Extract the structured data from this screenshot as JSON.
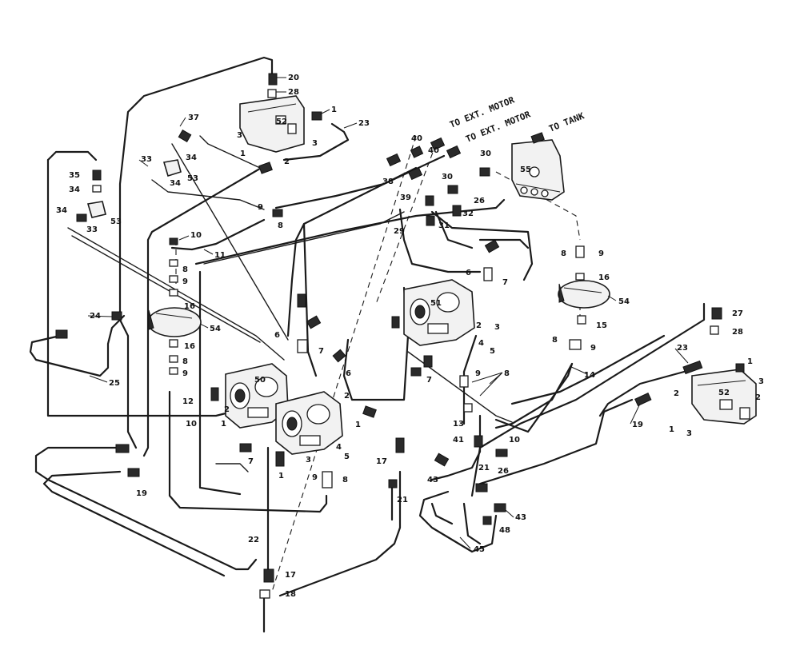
{
  "annotations": {
    "to_ext_motor_1": "TO EXT. MOTOR",
    "to_ext_motor_2": "TO EXT. MOTOR",
    "to_tank": "TO TANK"
  },
  "callouts": [
    {
      "id": "c20",
      "label": "20"
    },
    {
      "id": "c28a",
      "label": "28"
    },
    {
      "id": "c1a",
      "label": "1"
    },
    {
      "id": "c23a",
      "label": "23"
    },
    {
      "id": "c52a",
      "label": "52"
    },
    {
      "id": "c3a",
      "label": "3"
    },
    {
      "id": "c3b",
      "label": "3"
    },
    {
      "id": "c1b",
      "label": "1"
    },
    {
      "id": "c2a",
      "label": "2"
    },
    {
      "id": "c37",
      "label": "37"
    },
    {
      "id": "c34a",
      "label": "34"
    },
    {
      "id": "c53a",
      "label": "53"
    },
    {
      "id": "c33a",
      "label": "33"
    },
    {
      "id": "c34b",
      "label": "34"
    },
    {
      "id": "c35",
      "label": "35"
    },
    {
      "id": "c34c",
      "label": "34"
    },
    {
      "id": "c34d",
      "label": "34"
    },
    {
      "id": "c53b",
      "label": "53"
    },
    {
      "id": "c33b",
      "label": "33"
    },
    {
      "id": "c40a",
      "label": "40"
    },
    {
      "id": "c40b",
      "label": "40"
    },
    {
      "id": "c38",
      "label": "38"
    },
    {
      "id": "c39",
      "label": "39"
    },
    {
      "id": "c30a",
      "label": "30"
    },
    {
      "id": "c30b",
      "label": "30"
    },
    {
      "id": "c26a",
      "label": "26"
    },
    {
      "id": "c55",
      "label": "55"
    },
    {
      "id": "c32",
      "label": "32"
    },
    {
      "id": "c29",
      "label": "29"
    },
    {
      "id": "c31",
      "label": "31"
    },
    {
      "id": "c9a",
      "label": "9"
    },
    {
      "id": "c8a",
      "label": "8"
    },
    {
      "id": "c10a",
      "label": "10"
    },
    {
      "id": "c11",
      "label": "11"
    },
    {
      "id": "c8b",
      "label": "8"
    },
    {
      "id": "c9b",
      "label": "9"
    },
    {
      "id": "c16a",
      "label": "16"
    },
    {
      "id": "c54a",
      "label": "54"
    },
    {
      "id": "c16b",
      "label": "16"
    },
    {
      "id": "c24",
      "label": "24"
    },
    {
      "id": "c25",
      "label": "25"
    },
    {
      "id": "c8c",
      "label": "8"
    },
    {
      "id": "c9c",
      "label": "9"
    },
    {
      "id": "c6a",
      "label": "6"
    },
    {
      "id": "c7a",
      "label": "7"
    },
    {
      "id": "c50",
      "label": "50"
    },
    {
      "id": "c6b",
      "label": "6"
    },
    {
      "id": "c12",
      "label": "12"
    },
    {
      "id": "c10b",
      "label": "10"
    },
    {
      "id": "c2b",
      "label": "2"
    },
    {
      "id": "c1c",
      "label": "1"
    },
    {
      "id": "c7b",
      "label": "7"
    },
    {
      "id": "c1d",
      "label": "1"
    },
    {
      "id": "c3c",
      "label": "3"
    },
    {
      "id": "c4a",
      "label": "4"
    },
    {
      "id": "c5a",
      "label": "5"
    },
    {
      "id": "c9d",
      "label": "9"
    },
    {
      "id": "c8d",
      "label": "8"
    },
    {
      "id": "c1e",
      "label": "1"
    },
    {
      "id": "c2c",
      "label": "2"
    },
    {
      "id": "c17a",
      "label": "17"
    },
    {
      "id": "c19a",
      "label": "19"
    },
    {
      "id": "c22",
      "label": "22"
    },
    {
      "id": "c17b",
      "label": "17"
    },
    {
      "id": "c18",
      "label": "18"
    },
    {
      "id": "c21a",
      "label": "21"
    },
    {
      "id": "c51",
      "label": "51"
    },
    {
      "id": "c6c",
      "label": "6"
    },
    {
      "id": "c7c",
      "label": "7"
    },
    {
      "id": "c8e",
      "label": "8"
    },
    {
      "id": "c9e",
      "label": "9"
    },
    {
      "id": "c16c",
      "label": "16"
    },
    {
      "id": "c54b",
      "label": "54"
    },
    {
      "id": "c15",
      "label": "15"
    },
    {
      "id": "c8f",
      "label": "8"
    },
    {
      "id": "c9f",
      "label": "9"
    },
    {
      "id": "c14",
      "label": "14"
    },
    {
      "id": "c2d",
      "label": "2"
    },
    {
      "id": "c3d",
      "label": "3"
    },
    {
      "id": "c4b",
      "label": "4"
    },
    {
      "id": "c5b",
      "label": "5"
    },
    {
      "id": "c9g",
      "label": "9"
    },
    {
      "id": "c8g",
      "label": "8"
    },
    {
      "id": "c7d",
      "label": "7"
    },
    {
      "id": "c13",
      "label": "13"
    },
    {
      "id": "c10c",
      "label": "10"
    },
    {
      "id": "c41",
      "label": "41"
    },
    {
      "id": "c21b",
      "label": "21"
    },
    {
      "id": "c43a",
      "label": "43"
    },
    {
      "id": "c26b",
      "label": "26"
    },
    {
      "id": "c43b",
      "label": "43"
    },
    {
      "id": "c48",
      "label": "48"
    },
    {
      "id": "c45",
      "label": "45"
    },
    {
      "id": "c27",
      "label": "27"
    },
    {
      "id": "c28b",
      "label": "28"
    },
    {
      "id": "c23b",
      "label": "23"
    },
    {
      "id": "c1f",
      "label": "1"
    },
    {
      "id": "c3e",
      "label": "3"
    },
    {
      "id": "c52b",
      "label": "52"
    },
    {
      "id": "c2e",
      "label": "2"
    },
    {
      "id": "c19b",
      "label": "19"
    },
    {
      "id": "c1g",
      "label": "1"
    },
    {
      "id": "c3f",
      "label": "3"
    },
    {
      "id": "c2f",
      "label": "2"
    }
  ]
}
